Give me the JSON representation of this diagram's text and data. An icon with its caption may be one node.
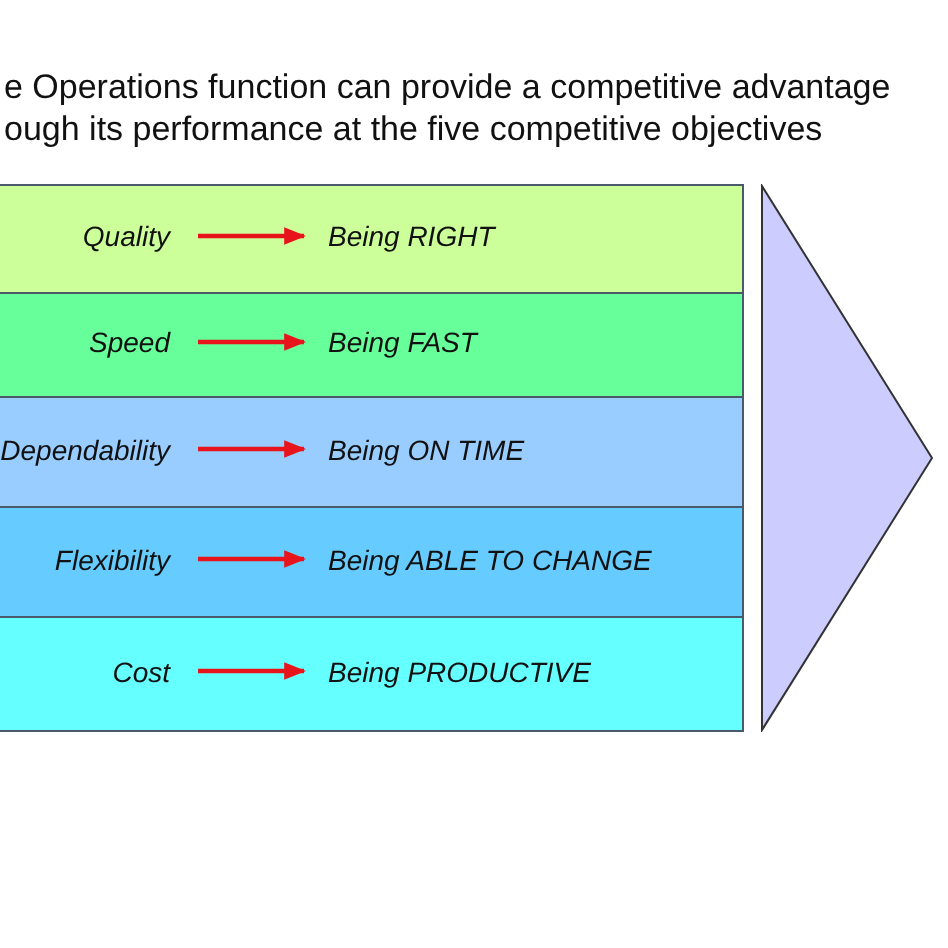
{
  "diagram": {
    "title": "e Operations function can provide a competitive advantage ough its performance at the five competitive objectives",
    "nodes": [
      {
        "text": [],
        "shape": "bar"
      },
      {
        "text": [
          "Quality"
        ],
        "in": 0
      },
      {
        "text": [
          "Being RIGHT"
        ],
        "in": 0
      },
      {
        "text": [],
        "shape": "bar"
      },
      {
        "text": [
          "Speed"
        ],
        "in": 3
      },
      {
        "text": [
          "Being FAST"
        ],
        "in": 3
      },
      {
        "text": [],
        "shape": "bar"
      },
      {
        "text": [
          "Dependability"
        ],
        "in": 6
      },
      {
        "text": [
          "Being ON TIME"
        ],
        "in": 6
      },
      {
        "text": [],
        "shape": "bar"
      },
      {
        "text": [
          "Flexibility"
        ],
        "in": 9
      },
      {
        "text": [
          "Being ABLE TO CHANGE"
        ],
        "in": 9
      },
      {
        "text": [],
        "shape": "bar"
      },
      {
        "text": [
          "Cost"
        ],
        "in": 12
      },
      {
        "text": [
          "Being PRODUCTIVE"
        ],
        "in": 12
      },
      {
        "text": [],
        "shape": "triangle"
      }
    ],
    "edges": [
      {
        "from": 1,
        "to": 2,
        "arrow": "to"
      },
      {
        "from": 4,
        "to": 5,
        "arrow": "to"
      },
      {
        "from": 7,
        "to": 8,
        "arrow": "to"
      },
      {
        "from": 10,
        "to": 11,
        "arrow": "to"
      },
      {
        "from": 13,
        "to": 14,
        "arrow": "to"
      }
    ]
  }
}
